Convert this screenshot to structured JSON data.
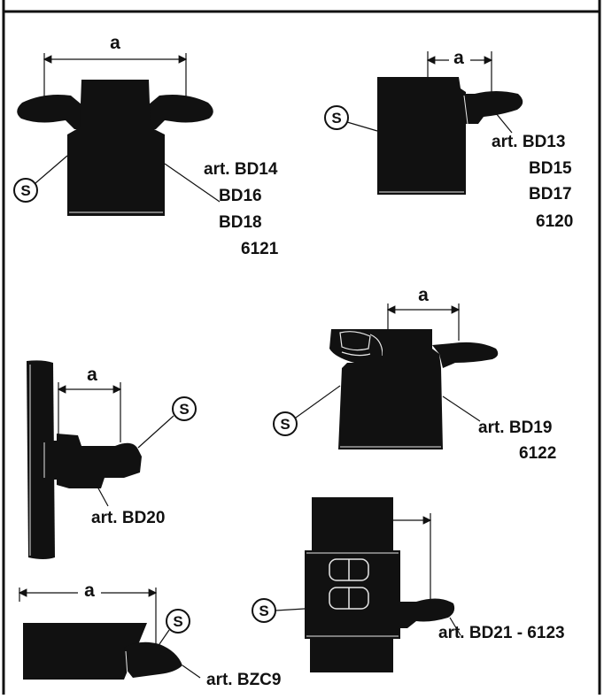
{
  "colors": {
    "ink": "#111111",
    "paper": "#ffffff",
    "detail": "#e8e8e8"
  },
  "dimension_label": "a",
  "seal_label": "S",
  "figures": [
    {
      "id": "bd14",
      "lines": [
        "art. BD14",
        "BD16",
        "BD18",
        "6121"
      ]
    },
    {
      "id": "bd13",
      "lines": [
        "art. BD13",
        "BD15",
        "BD17",
        "6120"
      ]
    },
    {
      "id": "bd19",
      "lines": [
        "art. BD19",
        "6122"
      ]
    },
    {
      "id": "bd20",
      "lines": [
        "art. BD20"
      ]
    },
    {
      "id": "bd21",
      "lines": [
        "art. BD21 - 6123"
      ]
    },
    {
      "id": "bzc9",
      "lines": [
        "art. BZC9"
      ]
    }
  ]
}
